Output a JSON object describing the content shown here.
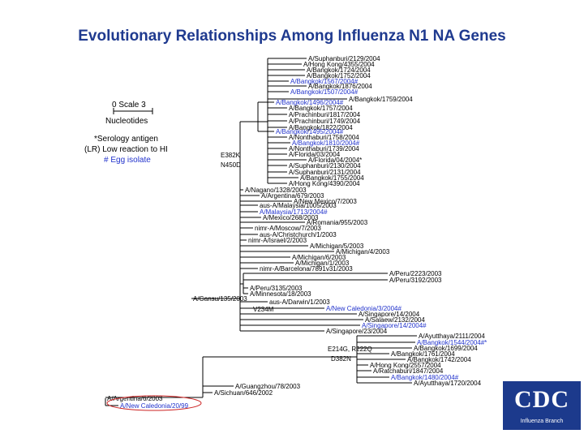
{
  "title": "Evolutionary Relationships Among Influenza N1 NA Genes",
  "scale": {
    "label": "0 Scale 3",
    "unit": "Nucleotides"
  },
  "legend": {
    "serology": "*Serology antigen",
    "serology_detail": "(LR) Low reaction to HI",
    "egg": "# Egg isolate"
  },
  "mutations": [
    "E382K",
    "N450D",
    "V234M",
    "E214G, R222Q",
    "D382N"
  ],
  "logo": {
    "text": "CDC",
    "sub": "Influenza Branch"
  },
  "colors": {
    "title": "#1f3a8f",
    "blue_label": "#2233cc",
    "logo": "#1c3a8c",
    "highlight": "#cc2222"
  },
  "leaves": [
    {
      "text": "A/Suphanburi/2129/2004",
      "blue": false
    },
    {
      "text": "A/Hong Kong/4355/2004",
      "blue": false
    },
    {
      "text": "A/Bangkok/1724/2004",
      "blue": false
    },
    {
      "text": "A/Bangkok/1752/2004",
      "blue": false
    },
    {
      "text": "A/Bangkok/1567/2004#",
      "blue": true
    },
    {
      "text": "A/Bangkok/1876/2004",
      "blue": false
    },
    {
      "text": "A/Bangkok/1507/2004#",
      "blue": true
    },
    {
      "text": "A/Bangkok/1759/2004",
      "blue": false
    },
    {
      "text": "A/Bangkok/1496/2004#",
      "blue": true
    },
    {
      "text": "A/Bangkok/1757/2004",
      "blue": false
    },
    {
      "text": "A/Prachinburi/1817/2004",
      "blue": false
    },
    {
      "text": "A/Prachinburi/1749/2004",
      "blue": false
    },
    {
      "text": "A/Bangkok/1822/2004",
      "blue": false
    },
    {
      "text": "A/Bangkok/1495/2004#",
      "blue": true
    },
    {
      "text": "A/Nonthaburi/1758/2004",
      "blue": false
    },
    {
      "text": "A/Bangkok/1810/2004#",
      "blue": true
    },
    {
      "text": "A/Nonthaburi/1739/2004",
      "blue": false
    },
    {
      "text": "A/Florida/03/2004",
      "blue": false
    },
    {
      "text": "A/Florida/04/2004*",
      "blue": false
    },
    {
      "text": "A/Suphanburi/2130/2004",
      "blue": false
    },
    {
      "text": "A/Suphanburi/2131/2004",
      "blue": false
    },
    {
      "text": "A/Bangkok/1755/2004",
      "blue": false
    },
    {
      "text": "A/Hong Kong/4390/2004",
      "blue": false
    },
    {
      "text": "A/Nagano/1328/2003",
      "blue": false
    },
    {
      "text": "A/Argentina/679/2003",
      "blue": false
    },
    {
      "text": "A/New Mexico/7/2003",
      "blue": false
    },
    {
      "text": "aus-A/Malaysia/1005/2003",
      "blue": false
    },
    {
      "text": "A/Malaysia/1713/2004#",
      "blue": true
    },
    {
      "text": "A/Mexico/268/2003",
      "blue": false
    },
    {
      "text": "A/Romania/955/2003",
      "blue": false
    },
    {
      "text": "nimr-A/Moscow/7/2003",
      "blue": false
    },
    {
      "text": "aus-A/Christchurch/1/2003",
      "blue": false
    },
    {
      "text": "nimr-A/Israel/2/2003",
      "blue": false
    },
    {
      "text": "A/Michigan/5/2003",
      "blue": false
    },
    {
      "text": "A/Michigan/4/2003",
      "blue": false
    },
    {
      "text": "A/Michigan/6/2003",
      "blue": false
    },
    {
      "text": "A/Michigan/1/2003",
      "blue": false
    },
    {
      "text": "nimr-A/Barcelona/7891v31/2003",
      "blue": false
    },
    {
      "text": "A/Peru/2223/2003",
      "blue": false
    },
    {
      "text": "A/Peru/3192/2003",
      "blue": false
    },
    {
      "text": "A/Peru/3135/2003",
      "blue": false
    },
    {
      "text": "A/Minnesota/18/2003",
      "blue": false
    },
    {
      "text": "A/Gansu/135/2003",
      "blue": false
    },
    {
      "text": "aus-A/Darwin/1/2003",
      "blue": false
    },
    {
      "text": "A/New Caledonia/3/2004#",
      "blue": true
    },
    {
      "text": "A/Singapore/14/2004",
      "blue": false
    },
    {
      "text": "A/Salaew/2132/2004",
      "blue": false
    },
    {
      "text": "A/Singapore/14/2004#",
      "blue": true
    },
    {
      "text": "A/Singapore/23/2004",
      "blue": false
    },
    {
      "text": "A/Ayutthaya/2111/2004",
      "blue": false
    },
    {
      "text": "A/Bangkok/1544/2004#*",
      "blue": true
    },
    {
      "text": "A/Bangkok/1699/2004",
      "blue": false
    },
    {
      "text": "A/Bangkok/1761/2004",
      "blue": false
    },
    {
      "text": "A/Bangkok/1742/2004",
      "blue": false
    },
    {
      "text": "A/Hong Kong/2557/2004",
      "blue": false
    },
    {
      "text": "A/Ratchaburi/1847/2004",
      "blue": false
    },
    {
      "text": "A/Bangkok/1480/2004#",
      "blue": true
    },
    {
      "text": "A/Ayutthaya/1720/2004",
      "blue": false
    },
    {
      "text": "A/Guangzhou/78/2003",
      "blue": false
    },
    {
      "text": "A/Sichuan/646/2002",
      "blue": false
    },
    {
      "text": "A/Argentina/6/2003",
      "blue": false
    },
    {
      "text": "A/New Caledonia/20/99",
      "blue": true
    }
  ]
}
